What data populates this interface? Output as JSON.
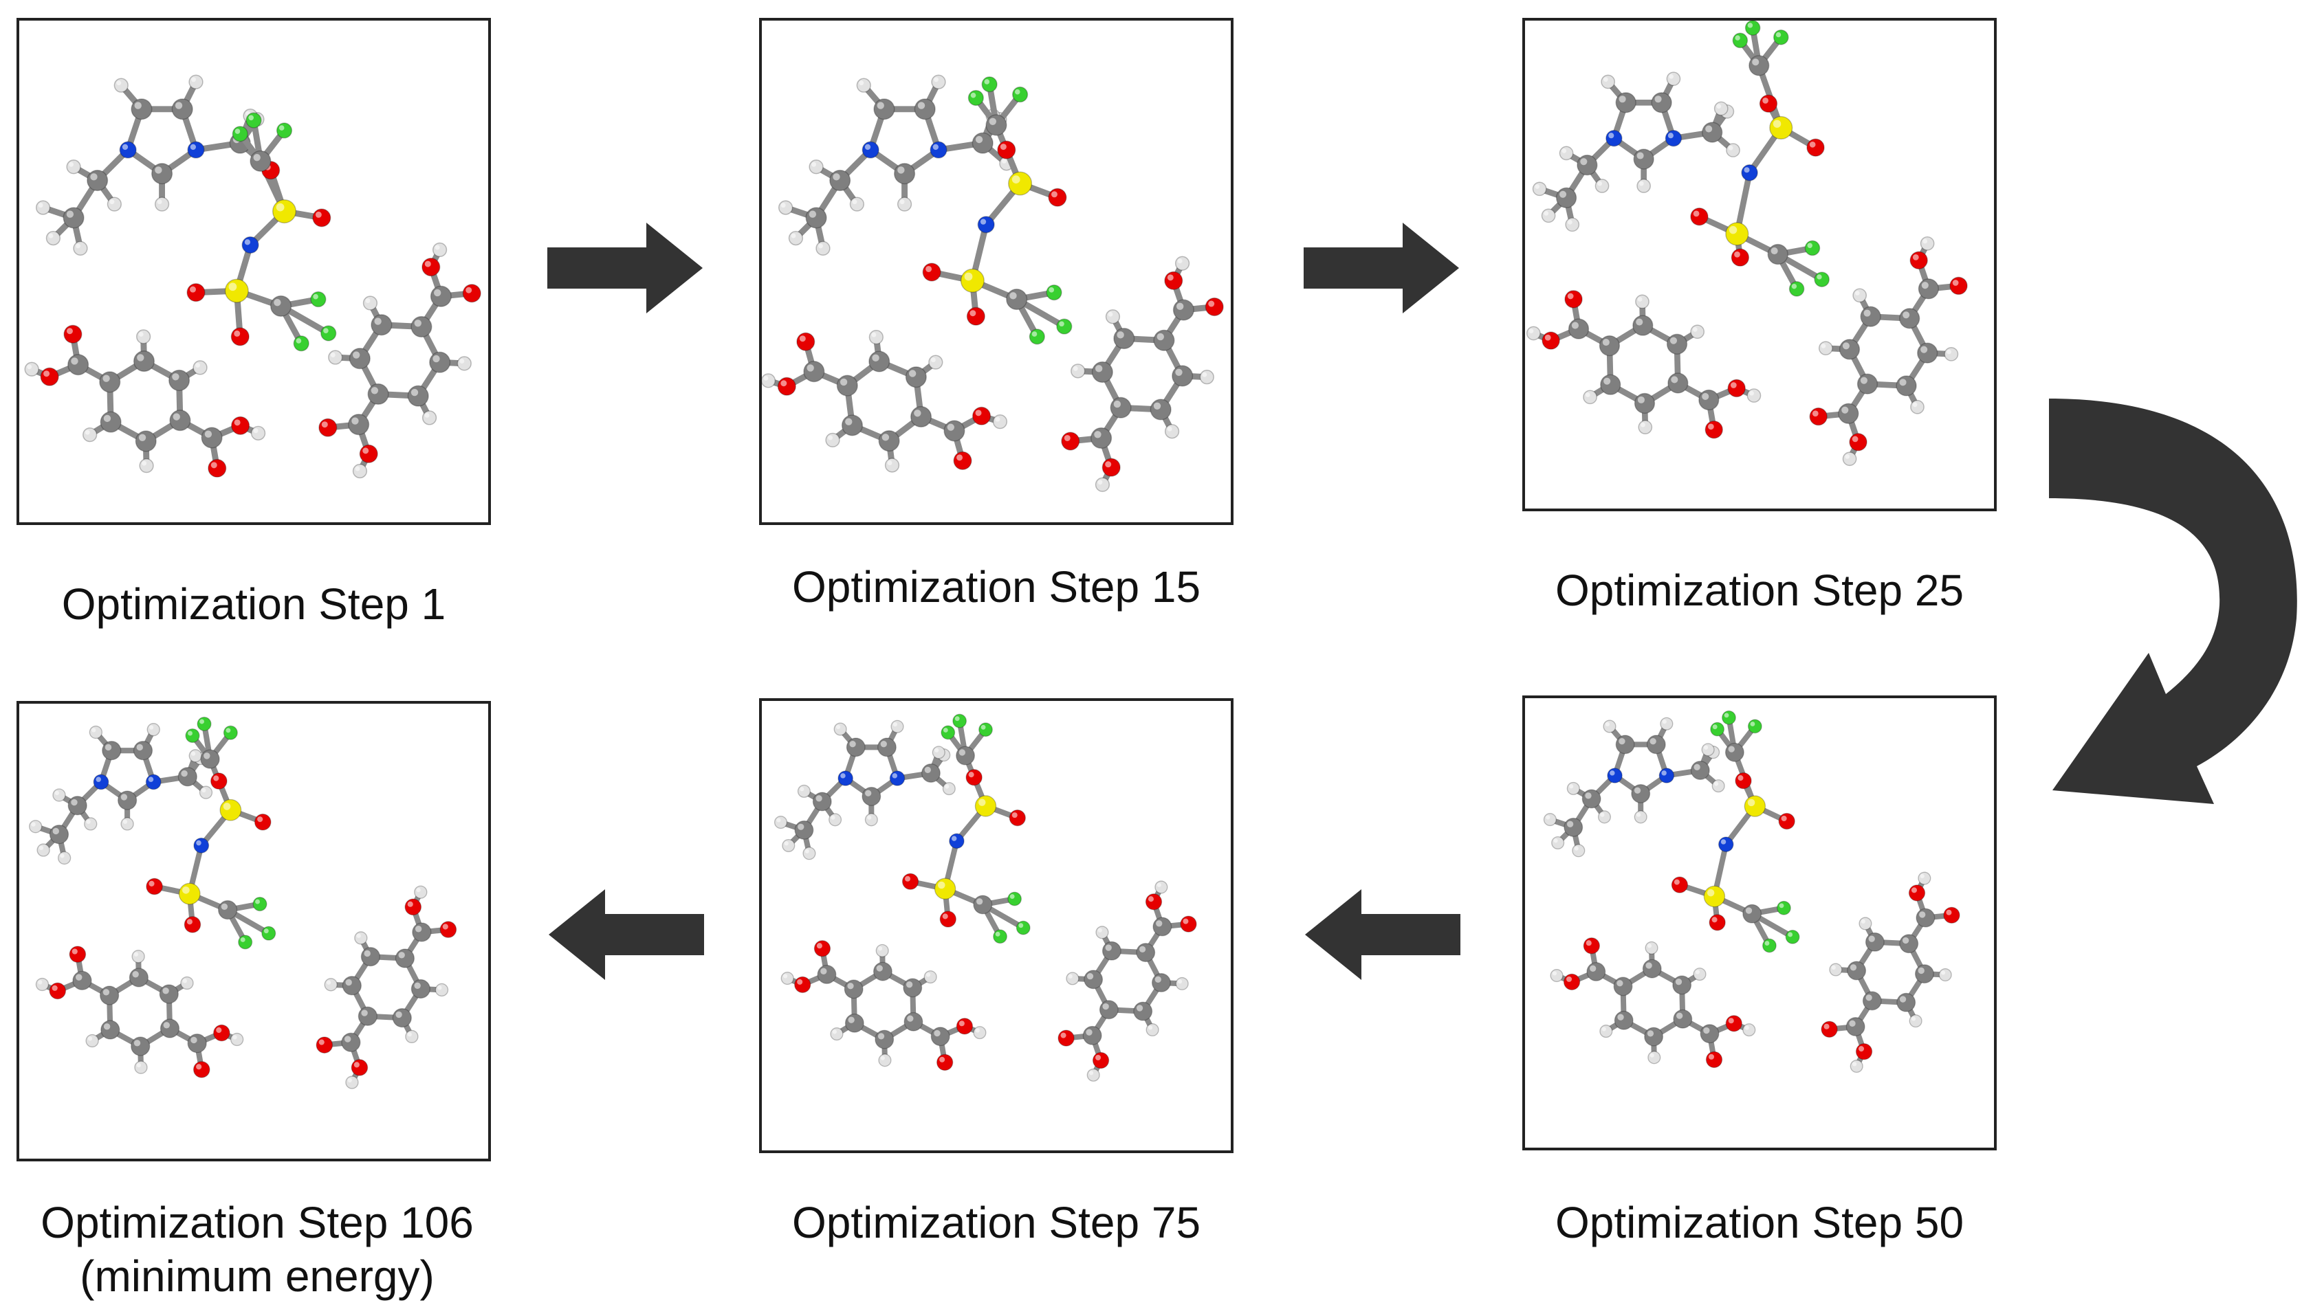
{
  "steps": [
    {
      "label": "Optimization Step 1"
    },
    {
      "label": "Optimization Step 15"
    },
    {
      "label": "Optimization Step 25"
    },
    {
      "label": "Optimization Step 50"
    },
    {
      "label": "Optimization Step 75"
    },
    {
      "label": "Optimization Step 106",
      "sublabel": "(minimum energy)"
    }
  ],
  "atom_colors": {
    "C": "#7f7f7f",
    "H": "#e2e2e2",
    "O": "#e60000",
    "N": "#1040d8",
    "F": "#38d030",
    "S": "#f0e800"
  },
  "arrow_color": "#333333"
}
